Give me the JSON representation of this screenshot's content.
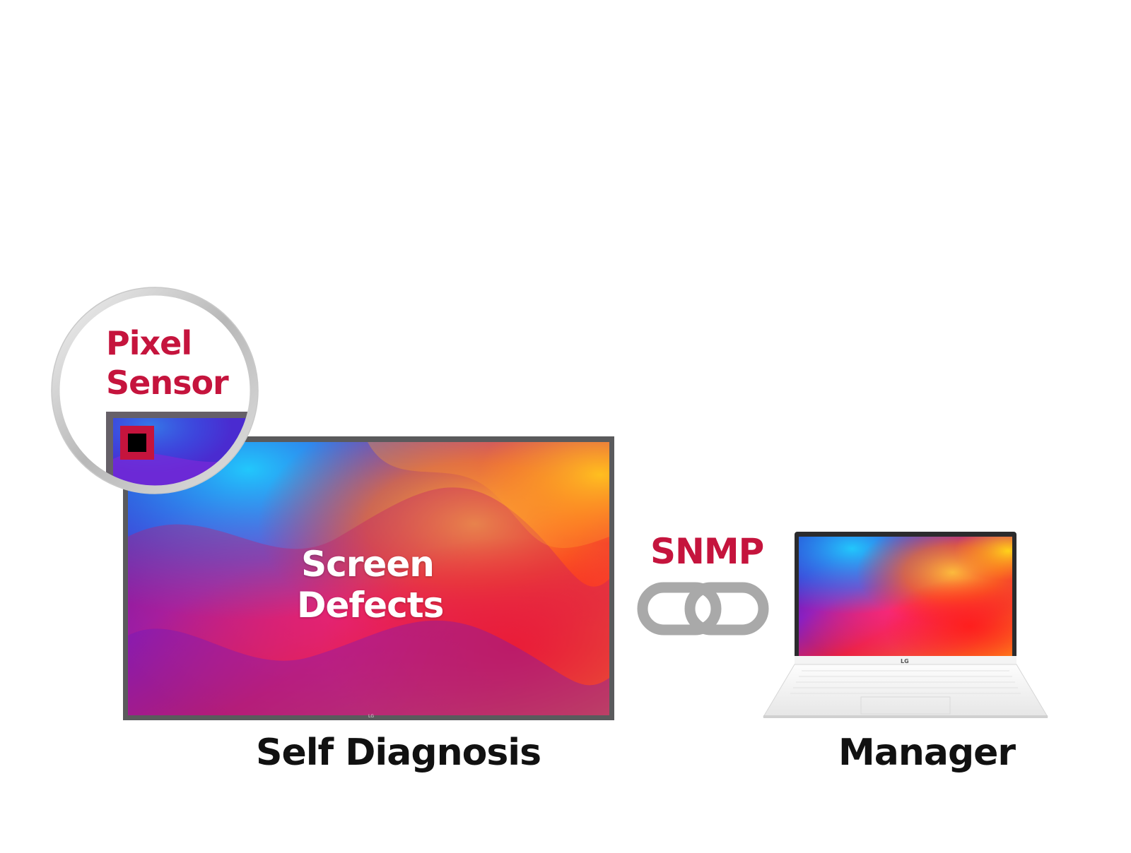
{
  "signage": {
    "overlay_line1": "Screen",
    "overlay_line2": "Defects",
    "logo_text": "LG",
    "caption": "Self Diagnosis"
  },
  "sensor": {
    "line1": "Pixel",
    "line2": "Sensor"
  },
  "link": {
    "protocol": "SNMP",
    "icon": "chain-link-icon"
  },
  "laptop": {
    "logo_text": "LG",
    "caption": "Manager"
  },
  "colors": {
    "accent": "#c5143d",
    "link_gray": "#a9a9a9",
    "caption_text": "#111111"
  }
}
